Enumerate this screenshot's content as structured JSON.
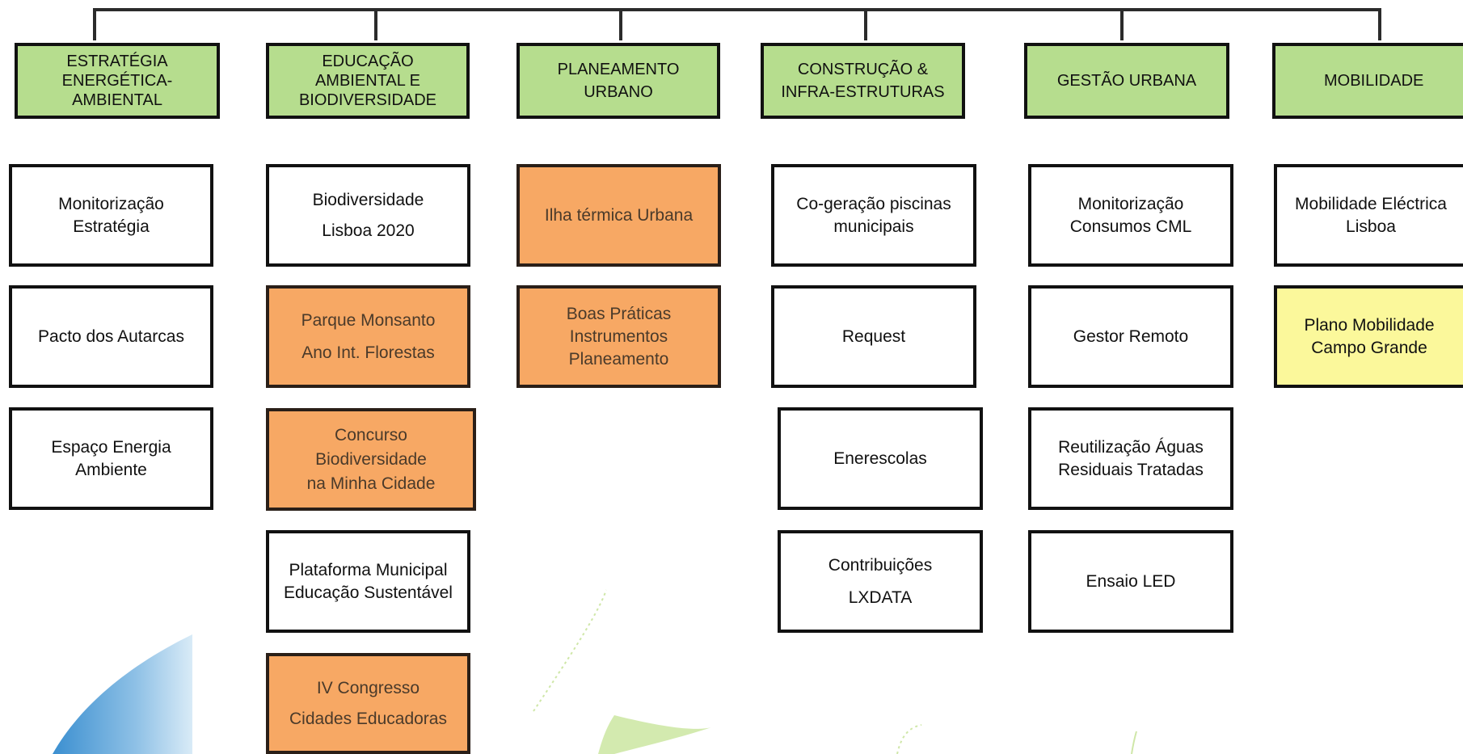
{
  "columns": [
    {
      "header": "ESTRATÉGIA\nENERGÉTICA-\nAMBIENTAL",
      "items": [
        {
          "label": "Monitorização\nEstratégia",
          "status": "white"
        },
        {
          "label": "Pacto dos Autarcas",
          "status": "white"
        },
        {
          "label": "Espaço Energia\nAmbiente",
          "status": "white"
        }
      ]
    },
    {
      "header": "EDUCAÇÃO\nAMBIENTAL E\nBIODIVERSIDADE",
      "items": [
        {
          "label": "Biodiversidade\nLisboa 2020",
          "status": "white"
        },
        {
          "label": "Parque Monsanto\nAno Int. Florestas",
          "status": "orange"
        },
        {
          "label": "Concurso\nBiodiversidade\nna Minha Cidade",
          "status": "orange"
        },
        {
          "label": "Plataforma Municipal\nEducação Sustentável",
          "status": "white"
        },
        {
          "label": "IV Congresso\nCidades Educadoras",
          "status": "orange"
        }
      ]
    },
    {
      "header": "PLANEAMENTO\nURBANO",
      "items": [
        {
          "label": "Ilha térmica Urbana",
          "status": "orange"
        },
        {
          "label": "Boas Práticas\nInstrumentos\nPlaneamento",
          "status": "orange"
        }
      ]
    },
    {
      "header": "CONSTRUÇÃO &\nINFRA-ESTRUTURAS",
      "items": [
        {
          "label": "Co-geração piscinas\nmunicipais",
          "status": "white"
        },
        {
          "label": "Request",
          "status": "white"
        },
        {
          "label": "Enerescolas",
          "status": "white"
        },
        {
          "label": "Contribuições\nLXDATA",
          "status": "white"
        }
      ]
    },
    {
      "header": "GESTÃO URBANA",
      "items": [
        {
          "label": "Monitorização\nConsumos CML",
          "status": "white"
        },
        {
          "label": "Gestor Remoto",
          "status": "white"
        },
        {
          "label": "Reutilização Águas\nResiduais Tratadas",
          "status": "white"
        },
        {
          "label": "Ensaio LED",
          "status": "white"
        }
      ]
    },
    {
      "header": "MOBILIDADE",
      "items": [
        {
          "label": "Mobilidade Eléctrica\nLisboa",
          "status": "white"
        },
        {
          "label": "Plano Mobilidade\nCampo Grande",
          "status": "yellow"
        }
      ]
    }
  ],
  "colors": {
    "header_fill": "#b6dd8e",
    "orange_fill": "#f7a864",
    "yellow_fill": "#fbf89b",
    "white_fill": "#ffffff",
    "border": "#111111"
  }
}
